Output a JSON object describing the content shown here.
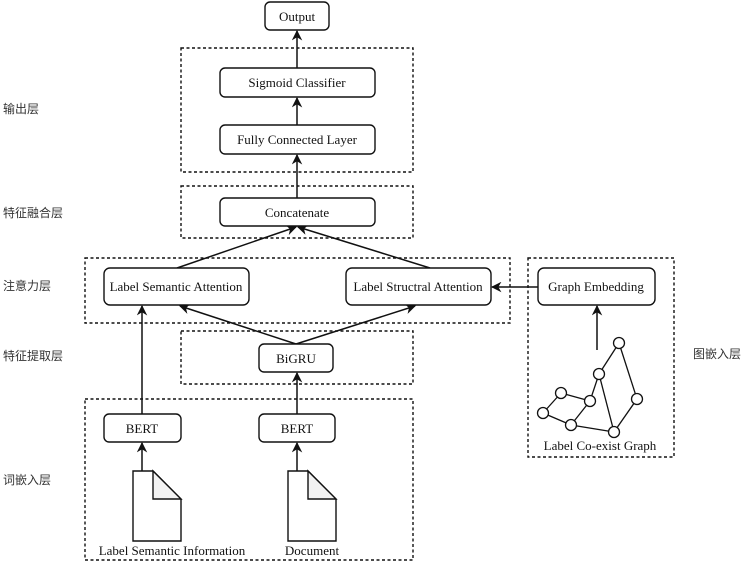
{
  "side_labels": {
    "output_layer": "输出层",
    "fusion_layer": "特征融合层",
    "attention_layer": "注意力层",
    "extraction_layer": "特征提取层",
    "word_embedding_layer": "词嵌入层",
    "graph_embedding_layer": "图嵌入层"
  },
  "nodes": {
    "output": "Output",
    "sigmoid": "Sigmoid Classifier",
    "fc": "Fully Connected Layer",
    "concat": "Concatenate",
    "lsa": "Label Semantic Attention",
    "lstra": "Label Structral Attention",
    "graph_emb": "Graph Embedding",
    "bigru": "BiGRU",
    "bert_left": "BERT",
    "bert_right": "BERT"
  },
  "inputs": {
    "label_info": "Label Semantic Information",
    "document": "Document",
    "graph": "Label Co-exist Graph"
  },
  "graph": {
    "nodes": [
      "n1",
      "n2",
      "n3",
      "n4",
      "n5",
      "n6",
      "n7",
      "n8"
    ],
    "edges": [
      [
        "n1",
        "n2"
      ],
      [
        "n1",
        "n3"
      ],
      [
        "n3",
        "n8"
      ],
      [
        "n2",
        "n8"
      ],
      [
        "n2",
        "n4"
      ],
      [
        "n4",
        "n5"
      ],
      [
        "n5",
        "n6"
      ],
      [
        "n6",
        "n7"
      ],
      [
        "n7",
        "n4"
      ],
      [
        "n7",
        "n8"
      ]
    ]
  }
}
